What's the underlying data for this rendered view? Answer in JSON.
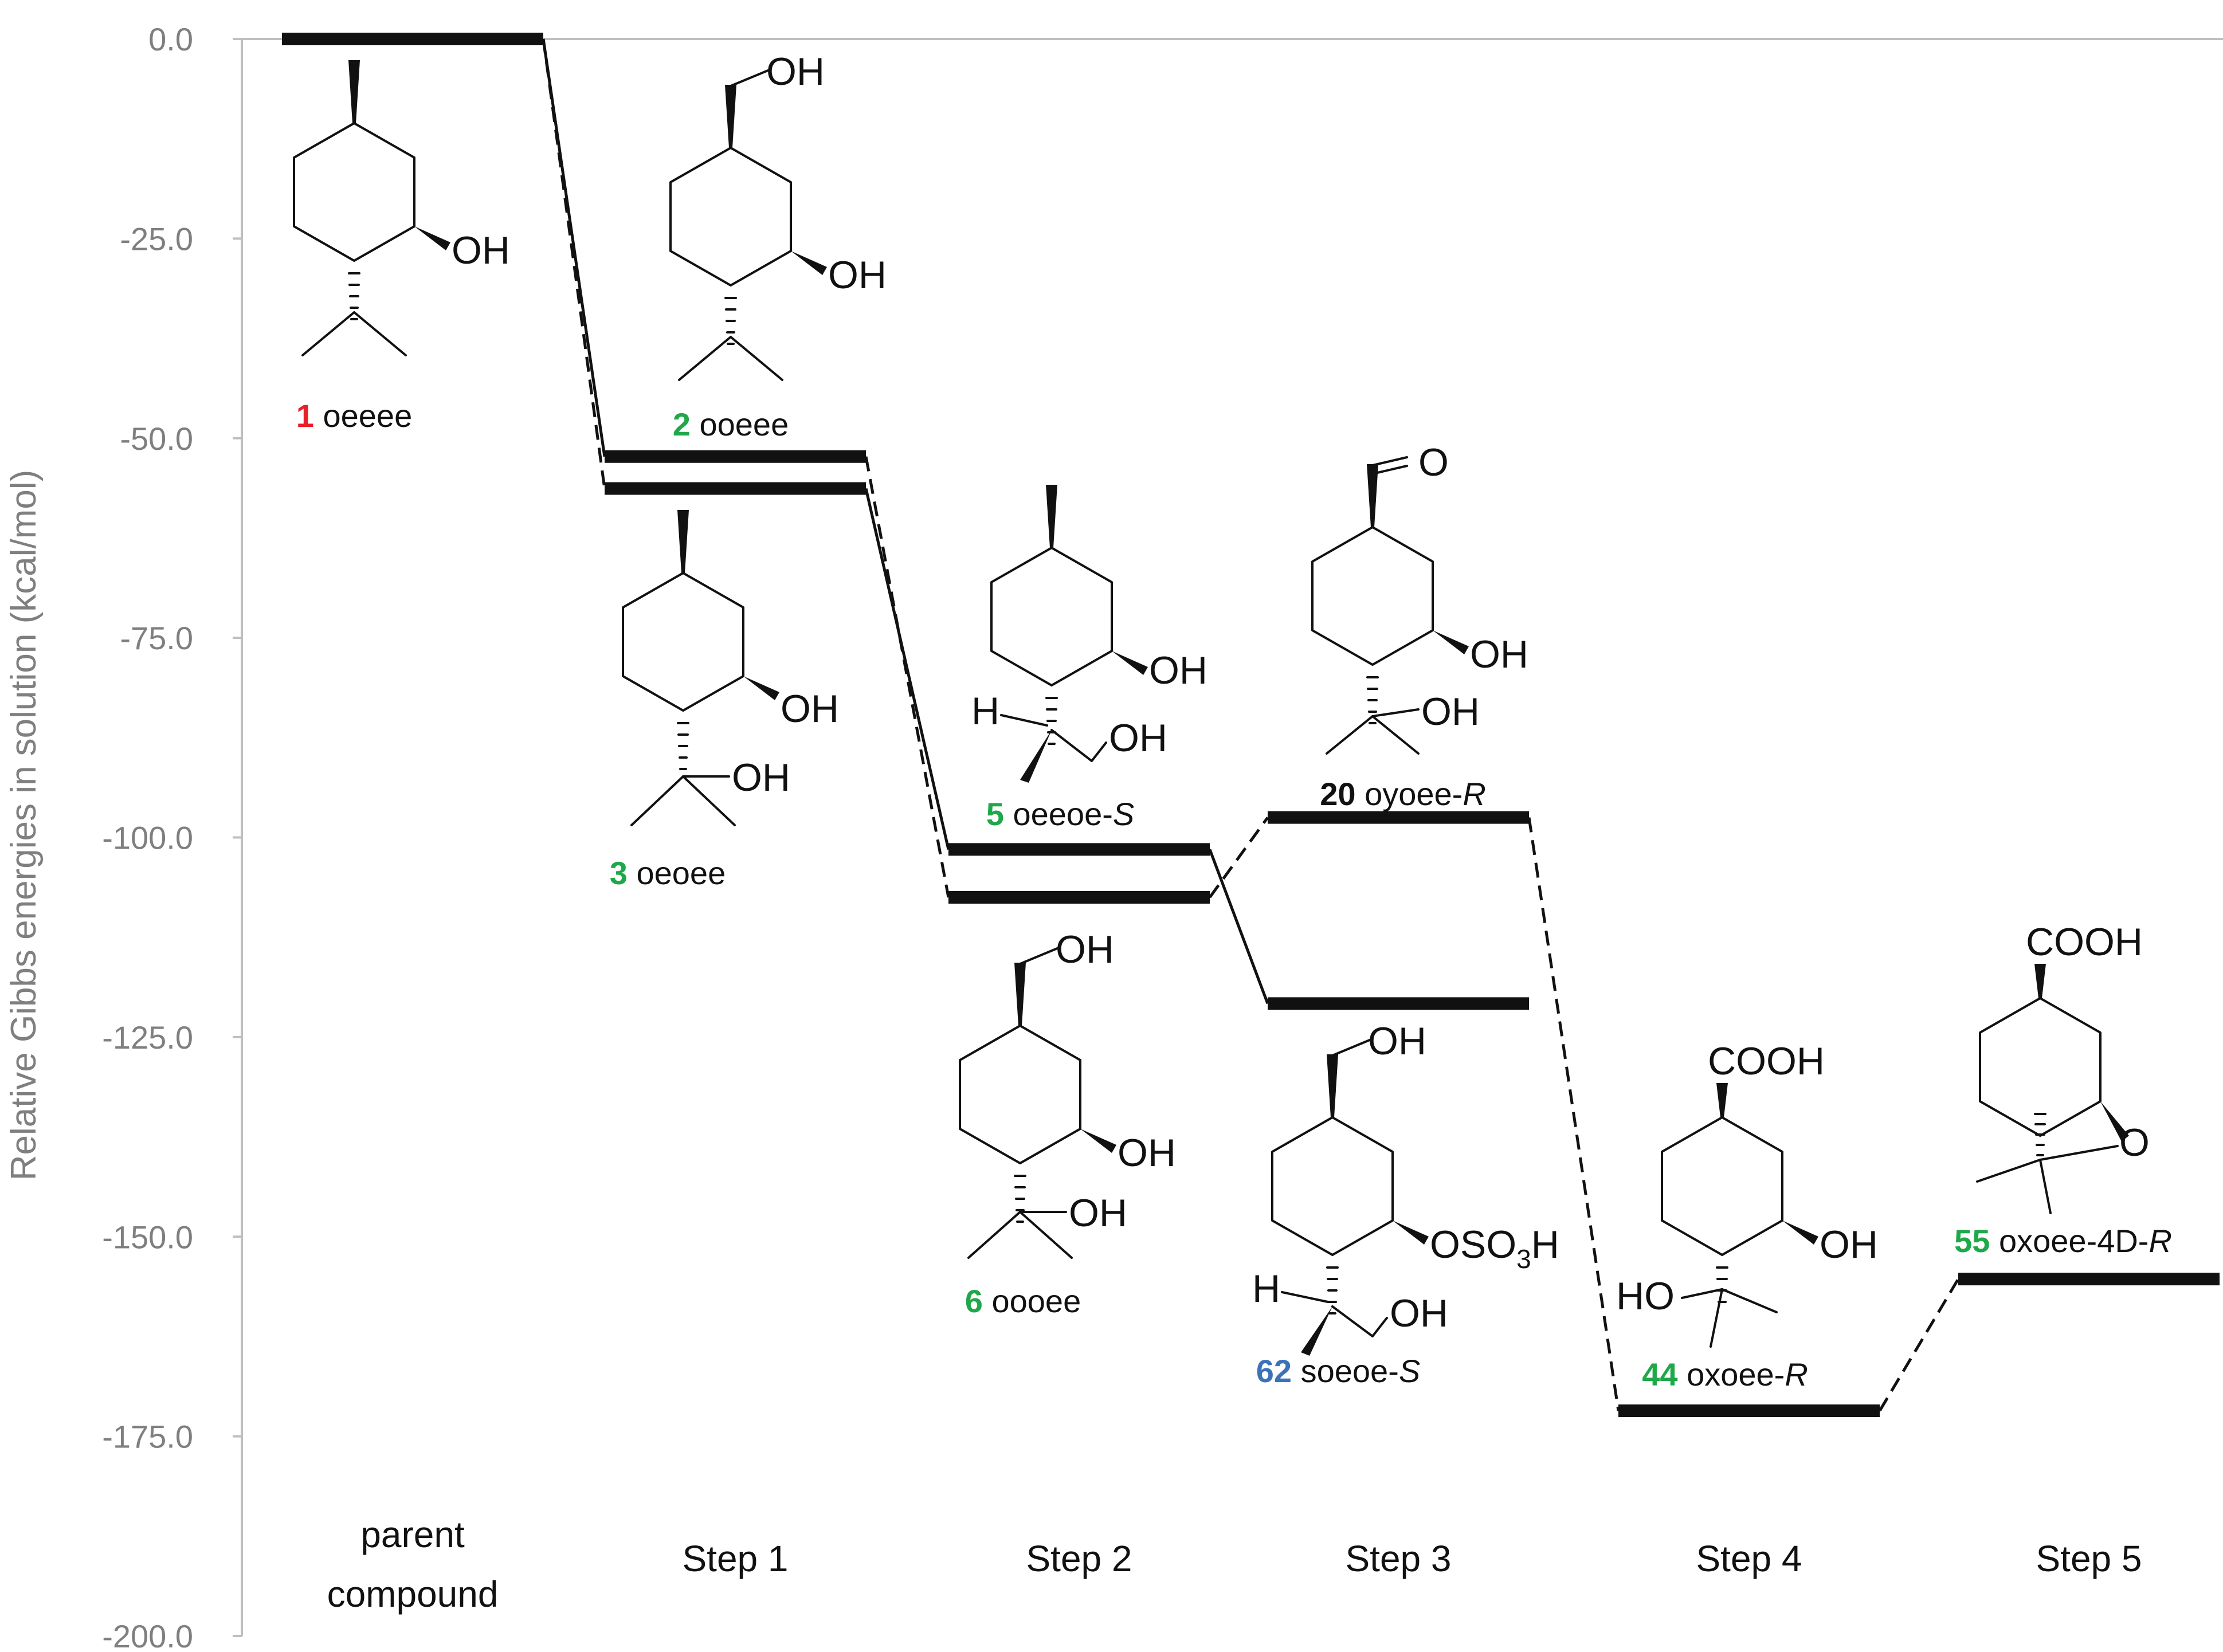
{
  "chart_data": {
    "type": "energy-level-diagram",
    "ylabel": "Relative Gibbs energies in solution (kcal/mol)",
    "ylim": [
      -200,
      0
    ],
    "yticks": [
      "0.0",
      "-25.0",
      "-50.0",
      "-75.0",
      "-100.0",
      "-125.0",
      "-150.0",
      "-175.0",
      "-200.0"
    ],
    "categories": [
      {
        "lines": [
          "parent",
          "compound"
        ]
      },
      {
        "lines": [
          "Step 1"
        ]
      },
      {
        "lines": [
          "Step 2"
        ]
      },
      {
        "lines": [
          "Step 3"
        ]
      },
      {
        "lines": [
          "Step 4"
        ]
      },
      {
        "lines": [
          "Step 5"
        ]
      }
    ],
    "levels": [
      {
        "id": "L1",
        "step": 0,
        "energy": 0,
        "number": "1",
        "conformer": "oeeee",
        "suffix": "",
        "numColor": "#e8202a"
      },
      {
        "id": "L2",
        "step": 1,
        "energy": -52.3,
        "number": "2",
        "conformer": "ooeee",
        "suffix": "",
        "numColor": "#1fa84a"
      },
      {
        "id": "L3",
        "step": 1,
        "energy": -56.3,
        "number": "3",
        "conformer": "oeoee",
        "suffix": "",
        "numColor": "#1fa84a"
      },
      {
        "id": "L5",
        "step": 2,
        "energy": -101.5,
        "number": "5",
        "conformer": "oeeoe-",
        "suffix": "S",
        "numColor": "#1fa84a"
      },
      {
        "id": "L6",
        "step": 2,
        "energy": -107.5,
        "number": "6",
        "conformer": "oooee",
        "suffix": "",
        "numColor": "#1fa84a"
      },
      {
        "id": "L20",
        "step": 3,
        "energy": -97.5,
        "number": "20",
        "conformer": "oyoee-",
        "suffix": "R",
        "numColor": "#111111"
      },
      {
        "id": "L62",
        "step": 3,
        "energy": -120.8,
        "number": "62",
        "conformer": "soeoe-",
        "suffix": "S",
        "numColor": "#3b73b9"
      },
      {
        "id": "L44",
        "step": 4,
        "energy": -171.8,
        "number": "44",
        "conformer": "oxoee-",
        "suffix": "R",
        "numColor": "#1fa84a"
      },
      {
        "id": "L55",
        "step": 5,
        "energy": -155.3,
        "number": "55",
        "conformer": "oxoee-4D-",
        "suffix": "R",
        "numColor": "#1fa84a"
      }
    ],
    "connections": [
      {
        "from": "L1",
        "to": "L2",
        "style": "solid"
      },
      {
        "from": "L1",
        "to": "L3",
        "style": "dashed"
      },
      {
        "from": "L2",
        "to": "L6",
        "style": "dashed"
      },
      {
        "from": "L3",
        "to": "L5",
        "style": "solid"
      },
      {
        "from": "L6",
        "to": "L20",
        "style": "dashed"
      },
      {
        "from": "L5",
        "to": "L62",
        "style": "solid"
      },
      {
        "from": "L20",
        "to": "L44",
        "style": "dashed"
      },
      {
        "from": "L44",
        "to": "L55",
        "style": "dashed"
      }
    ],
    "grid": false
  },
  "structure_text": {
    "oh": "OH",
    "o": "O",
    "cooh": "COOH",
    "h": "H",
    "ho": "HO",
    "oso": "OSO",
    "three": "3",
    "sh": "H"
  }
}
